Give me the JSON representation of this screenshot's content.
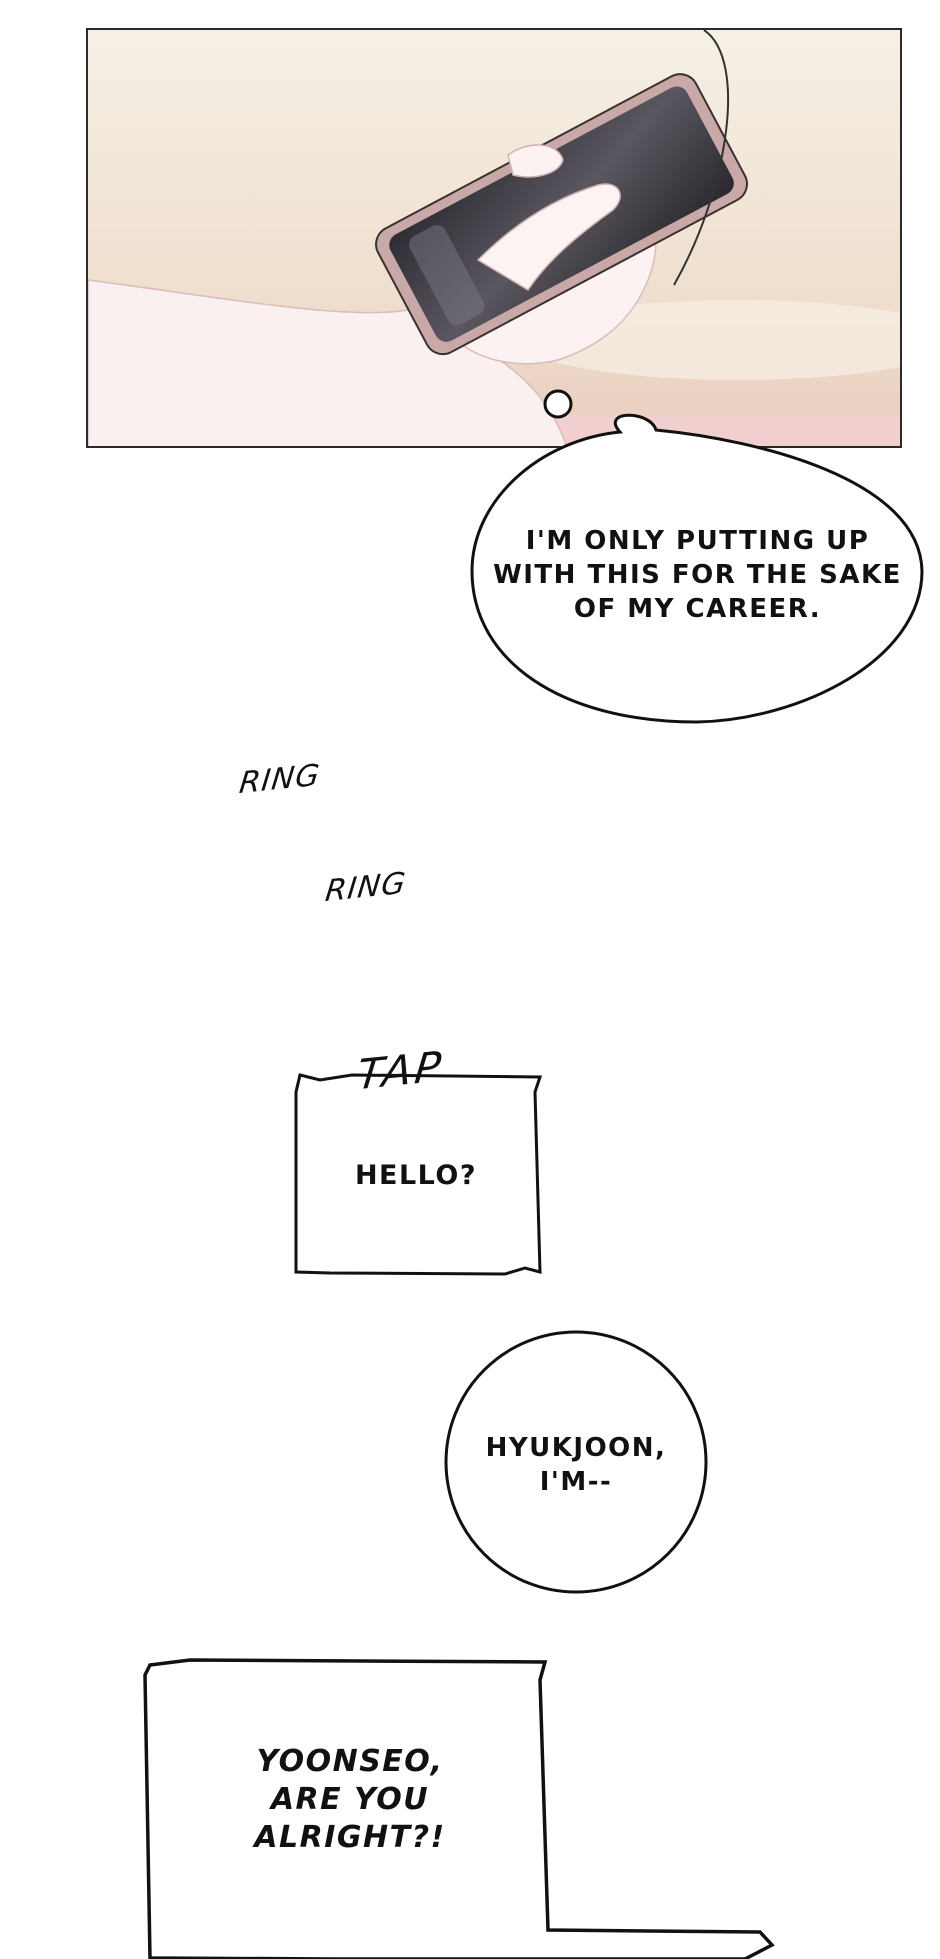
{
  "bubbles": {
    "career": "I'M ONLY PUTTING UP\nWITH THIS FOR THE SAKE\nOF MY CAREER.",
    "hello": "HELLO?",
    "hyukjoon": "HYUKJOON,\nI'M--",
    "yoonseo": "YOONSEO,\nARE YOU\nALRIGHT?!"
  },
  "sfx": {
    "ring_1": "RING",
    "ring_2": "RING",
    "tap": "TAP"
  },
  "colors": {
    "ink": "#111111",
    "panel_bg": "#f3e6d8",
    "skin": "#fbeeee",
    "phone_case": "#c9a8a8",
    "screen": "#3d3b40"
  }
}
